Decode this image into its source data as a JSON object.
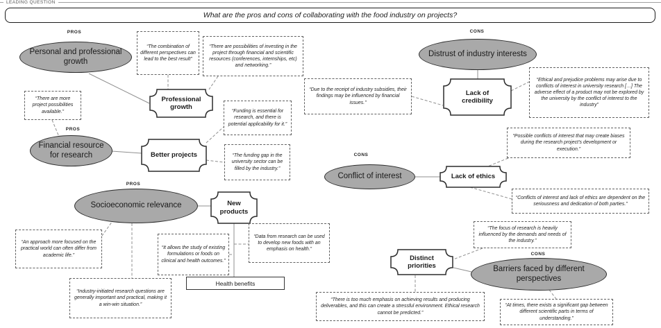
{
  "labels": {
    "leading": "LEADING QUESTION",
    "pros": "PROS",
    "cons": "CONS"
  },
  "header": {
    "question": "What are the pros and cons of collaborating with the food industry on projects?"
  },
  "ellipses": {
    "personal_growth": "Personal and professional growth",
    "financial_resource": "Financial resource for research",
    "socioeconomic": "Socioeconomic relevance",
    "distrust": "Distrust of industry interests",
    "conflict_interest": "Conflict of interest",
    "barriers": "Barriers faced by different perspectives"
  },
  "plaques": {
    "professional_growth": "Professional growth",
    "better_projects": "Better projects",
    "new_products": "New products",
    "lack_credibility": "Lack of credibility",
    "lack_ethics": "Lack of ethics",
    "distinct_priorities": "Distinct priorities"
  },
  "boxes": {
    "health_benefits": "Health benefits"
  },
  "quotes": {
    "combination": "“The combination of different perspectives can lead to the best result”",
    "possibilities": "“There are possibilities of investing in the project through financial and scientific resources (conferences, internships, etc) and networking.”",
    "more_projects": "“There are more project possibilities available.”",
    "funding_essential": "“Funding is essential for research, and there is potential applicability for it.”",
    "funding_gap": "“The funding gap in the university sector can be filled by the industry.”",
    "subsidies": "“Due to the receipt of industry subsidies, their findings may be influenced by financial issues.”",
    "ethical_prejudice": "“Ethical and prejudice problems may arise due to conflicts of interest in university research […] The adverse effect of a product may not be explored by the university by the conflict of interest to the industry”",
    "possible_conflicts": "“Possible conflicts of interest that may create biases during the research project’s development or execution.”",
    "conflicts_dependent": "“Conflicts of interest and lack of ethics are dependent on the seriousness and dedication of both parties.”",
    "focus_research": "“The focus of research is heavily influenced by the demands and needs of the industry.”",
    "too_much_emphasis": "“There is too much emphasis on achieving results and producing deliverables, and this can create a stressful environment. Ethical research cannot be predicted.”",
    "at_times": "“At times, there exists a significant gap between different scientific parts in terms of understanding.”",
    "approach": "“An approach more focused on the practical world can often differ from academic life.”",
    "industry_initiated": "“Industry-initiated research questions are generally important and practical, making it a win-win situation.”",
    "allows_study": "“It allows the study of existing formulations or foods on clinical and health outcomes.”",
    "data_research": "“Data from research can be used to develop new foods with an emphasis on health.”"
  },
  "colors": {
    "ellipse_fill": "#a9a9a9",
    "node_border": "#2b2b2b",
    "connector": "#8f8f8f",
    "quote_border": "#606060"
  },
  "connectors": {
    "solid": [
      [
        128,
        106,
        215,
        149
      ],
      [
        161,
        218,
        204,
        221
      ],
      [
        688,
        101,
        688,
        114
      ],
      [
        598,
        255,
        634,
        255
      ],
      [
        284,
        297,
        304,
        297
      ],
      [
        337,
        322,
        337,
        400
      ],
      [
        653,
        386,
        679,
        392
      ]
    ],
    "dashed": [
      [
        242,
        108,
        242,
        129
      ],
      [
        314,
        110,
        301,
        129
      ],
      [
        75,
        173,
        85,
        197
      ],
      [
        297,
        206,
        322,
        183
      ],
      [
        297,
        231,
        323,
        234
      ],
      [
        593,
        139,
        638,
        152
      ],
      [
        736,
        131,
        762,
        118
      ],
      [
        732,
        228,
        700,
        241
      ],
      [
        677,
        270,
        737,
        287
      ],
      [
        695,
        358,
        653,
        374
      ],
      [
        598,
        397,
        598,
        421
      ],
      [
        791,
        418,
        801,
        431
      ],
      [
        164,
        316,
        147,
        340
      ],
      [
        190,
        322,
        190,
        401
      ],
      [
        330,
        367,
        337,
        367
      ],
      [
        337,
        352,
        358,
        352
      ]
    ]
  }
}
